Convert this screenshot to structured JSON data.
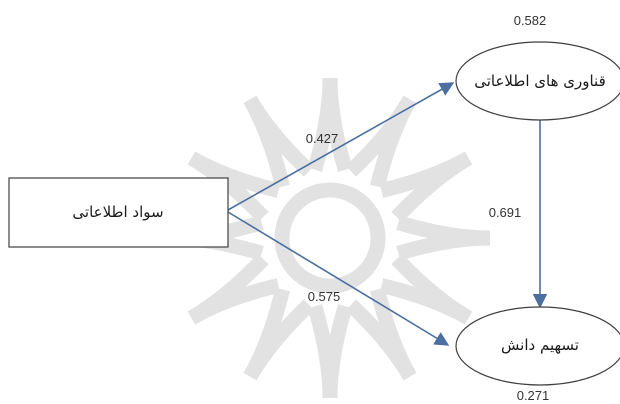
{
  "diagram": {
    "nodes": {
      "info_literacy": {
        "label": "سواد اطلاعاتی"
      },
      "info_technology": {
        "label": "قناوری های اطلاعاتی",
        "r_squared": "0.582"
      },
      "knowledge_sharing": {
        "label": "تسهیم دانش",
        "r_squared": "0.271"
      }
    },
    "paths": {
      "literacy_to_technology": "0.427",
      "technology_to_sharing": "0.691",
      "literacy_to_sharing": "0.575"
    },
    "colors": {
      "arrow": "#4a6fa0",
      "node_border": "#3f3f3f",
      "watermark": "#d9d9d9"
    }
  }
}
